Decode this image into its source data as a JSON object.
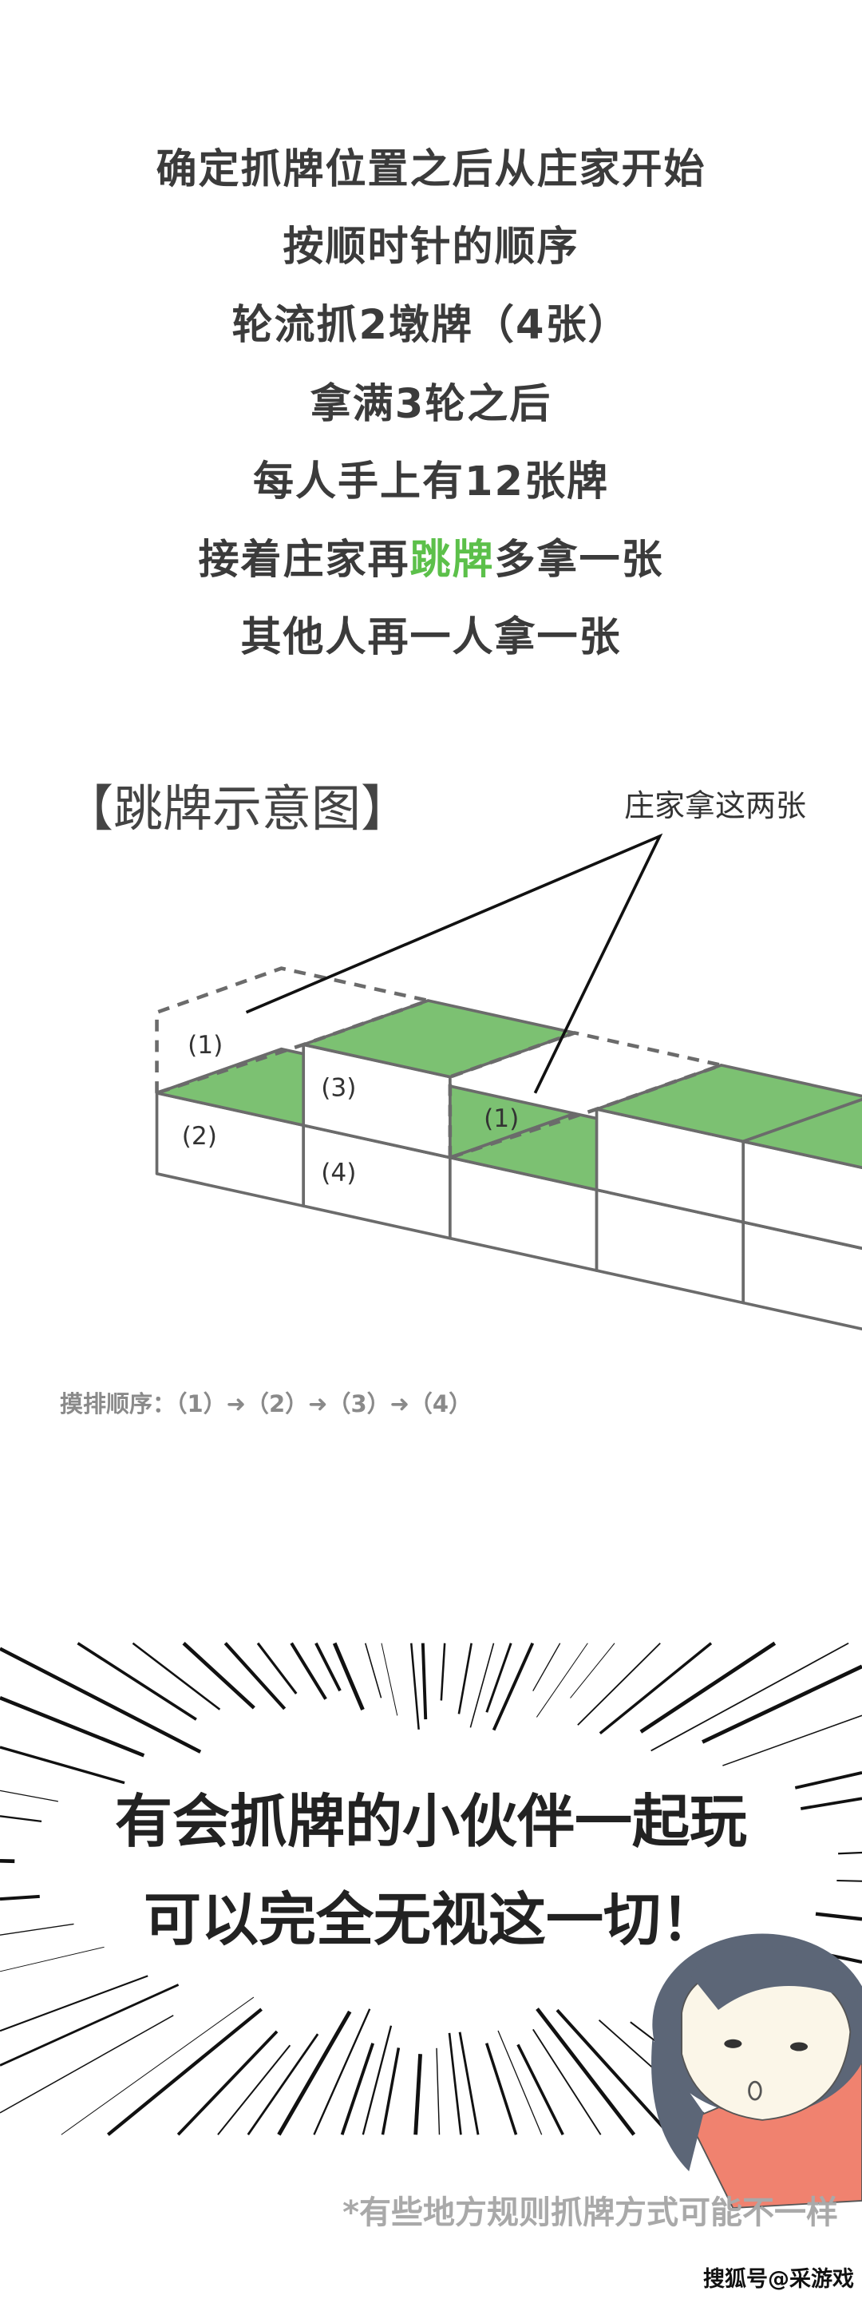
{
  "intro_lines": [
    {
      "before": "确定抓牌位置之后从庄家开始",
      "highlight": "",
      "after": ""
    },
    {
      "before": "按顺时针的顺序",
      "highlight": "",
      "after": ""
    },
    {
      "before": "轮流抓2墩牌（4张）",
      "highlight": "",
      "after": ""
    },
    {
      "before": "拿满3轮之后",
      "highlight": "",
      "after": ""
    },
    {
      "before": "每人手上有12张牌",
      "highlight": "",
      "after": ""
    },
    {
      "before": "接着庄家再",
      "highlight": "跳牌",
      "after": "多拿一张"
    },
    {
      "before": "其他人再一人拿一张",
      "highlight": "",
      "after": ""
    }
  ],
  "diagram": {
    "title": "【跳牌示意图】",
    "callout": "庄家拿这两张",
    "labels": {
      "ghost_1a": "(1)",
      "tile_2": "(2)",
      "tile_3": "(3)",
      "tile_4": "(4)",
      "ghost_1b": "(1)"
    },
    "order_text": "摸排顺序：（1）➜（2）➜（3）➜（4）",
    "colors": {
      "tile_top": "#7cc172",
      "outline": "#6b6b6b"
    }
  },
  "burst": {
    "line1": "有会抓牌的小伙伴一起玩",
    "line2": "可以完全无视这一切！"
  },
  "footnote": "*有些地方规则抓牌方式可能不一样",
  "watermark": "搜狐号@采游戏",
  "colors": {
    "highlight": "#5cc04a",
    "text": "#3b3b3b"
  }
}
